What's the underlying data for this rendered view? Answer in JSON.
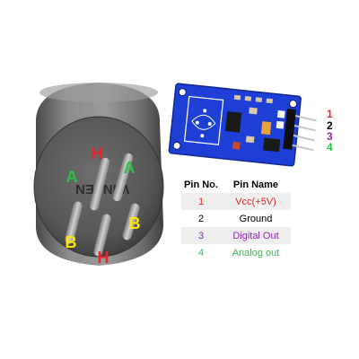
{
  "sensor": {
    "pins": [
      {
        "label": "H",
        "color": "#e8262a"
      },
      {
        "label": "A",
        "color": "#2fbf4a"
      },
      {
        "label": "A",
        "color": "#2fbf4a"
      },
      {
        "label": "B",
        "color": "#ffe500"
      },
      {
        "label": "B",
        "color": "#ffe500"
      },
      {
        "label": "H",
        "color": "#e8262a"
      }
    ],
    "mark": "WINSEN"
  },
  "header_numbers": [
    {
      "label": "1",
      "color": "#e8262a"
    },
    {
      "label": "2",
      "color": "#000000"
    },
    {
      "label": "3",
      "color": "#8a2aa8"
    },
    {
      "label": "4",
      "color": "#2fbf4a"
    }
  ],
  "table": {
    "headers": [
      "Pin No.",
      "Pin Name"
    ],
    "rows": [
      {
        "no": "1",
        "name": "Vcc(+5V)",
        "color": "#e8262a"
      },
      {
        "no": "2",
        "name": "Ground",
        "color": "#000000"
      },
      {
        "no": "3",
        "name": "Digital Out",
        "color": "#8a2aa8"
      },
      {
        "no": "4",
        "name": "Analog out",
        "color": "#2fbf4a"
      }
    ]
  }
}
